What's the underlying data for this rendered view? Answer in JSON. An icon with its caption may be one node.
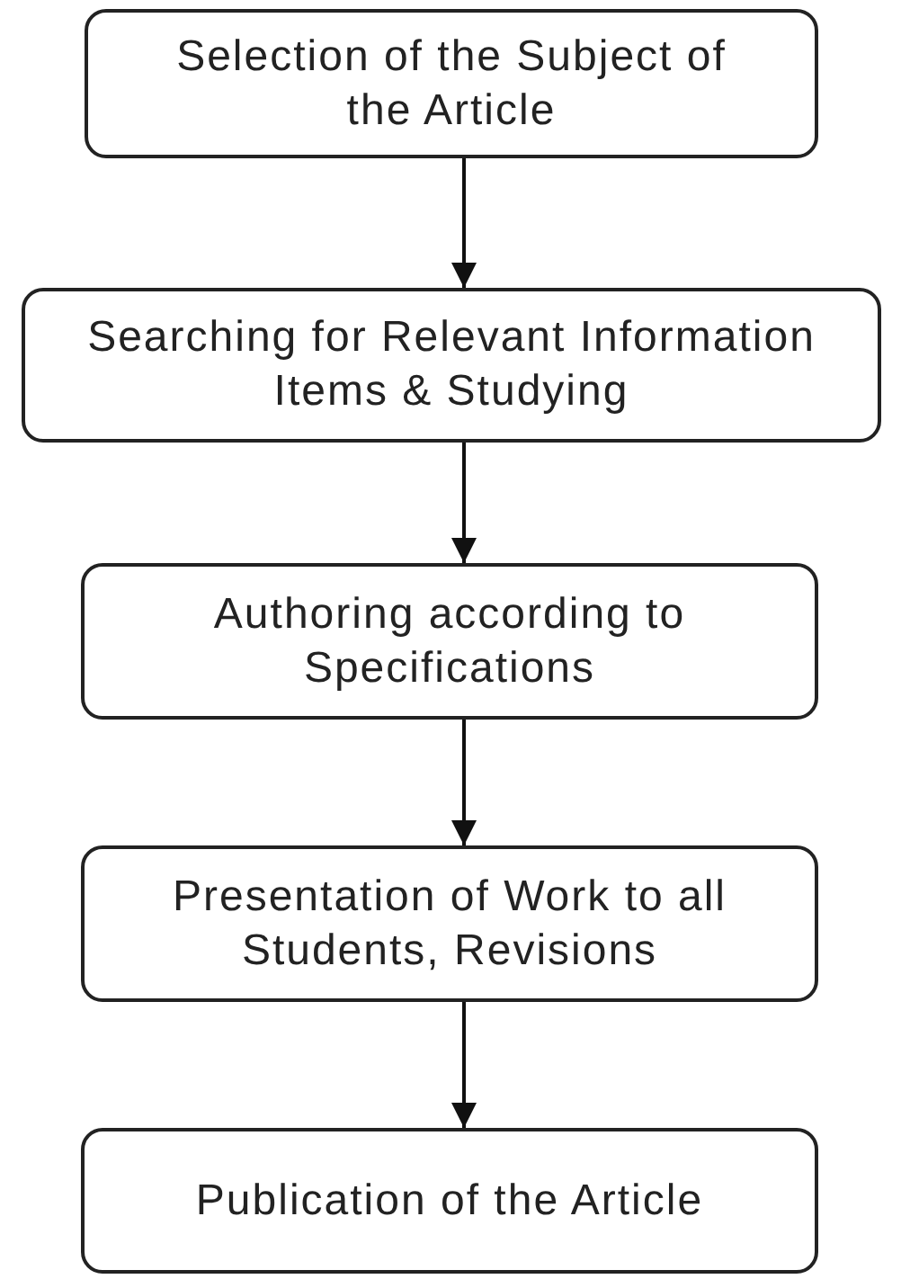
{
  "diagram": {
    "nodes": [
      {
        "text": [
          "Selection of the Subject of the Article"
        ]
      },
      {
        "text": [
          "Searching for Relevant Information Items & Studying"
        ]
      },
      {
        "text": [
          "Authoring according to Specifications"
        ]
      },
      {
        "text": [
          "Presentation of Work to all Students, Revisions"
        ]
      },
      {
        "text": [
          "Publication of the Article"
        ]
      }
    ],
    "edges": [
      {
        "from": 0,
        "to": 1,
        "arrow": "to"
      },
      {
        "from": 1,
        "to": 2,
        "arrow": "to"
      },
      {
        "from": 2,
        "to": 3,
        "arrow": "to"
      },
      {
        "from": 3,
        "to": 4,
        "arrow": "to"
      }
    ]
  }
}
